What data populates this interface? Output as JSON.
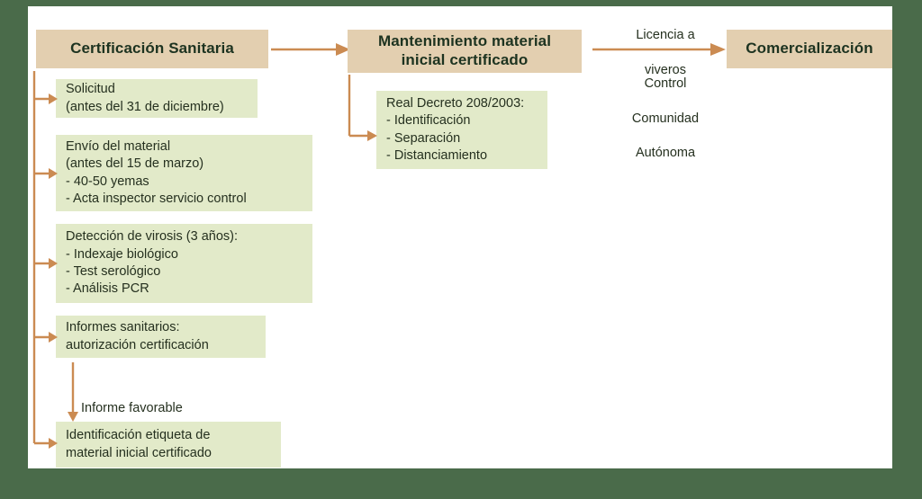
{
  "figure": {
    "background_color": "#4a6b4a",
    "canvas_color": "#ffffff",
    "header_color": "#e3cfb0",
    "detail_color": "#e2eac9",
    "arrow_color": "#cb8b52",
    "text_color": "#25301f"
  },
  "columns": {
    "certificacion": {
      "header": "Certificación Sanitaria",
      "steps": [
        {
          "lines": [
            "Solicitud",
            "(antes del 31 de diciembre)"
          ]
        },
        {
          "lines": [
            "Envío del material",
            "(antes del 15 de marzo)",
            "- 40-50 yemas",
            "- Acta inspector servicio control"
          ]
        },
        {
          "lines": [
            "Detección de virosis (3 años):",
            "- Indexaje biológico",
            "- Test serológico",
            "- Análisis PCR"
          ]
        },
        {
          "lines": [
            "Informes sanitarios:",
            "autorización certificación"
          ]
        },
        {
          "lines": [
            "Identificación etiqueta de",
            "material inicial certificado"
          ]
        }
      ],
      "internal_arrow_label": "Informe favorable"
    },
    "mantenimiento": {
      "header": "Mantenimiento material\ninicial certificado",
      "header_line1": "Mantenimiento material",
      "header_line2": "inicial certificado",
      "steps": [
        {
          "lines": [
            "Real Decreto 208/2003:",
            "- Identificación",
            "- Separación",
            "- Distanciamiento"
          ]
        }
      ]
    },
    "comercializacion": {
      "header": "Comercialización"
    }
  },
  "transitions": [
    {
      "name": "certificacion-to-mantenimiento",
      "label_above": "",
      "label_below": ""
    },
    {
      "name": "mantenimiento-to-comercializacion",
      "label_above": "Licencia a\nviveros",
      "label_below": "Control\nComunidad\nAutónoma"
    }
  ],
  "labels": {
    "licencia": "Licencia a\nviveros",
    "licencia_line1": "Licencia a",
    "licencia_line2": "viveros",
    "control": "Control\nComunidad\nAutónoma",
    "control_line1": "Control",
    "control_line2": "Comunidad",
    "control_line3": "Autónoma"
  }
}
